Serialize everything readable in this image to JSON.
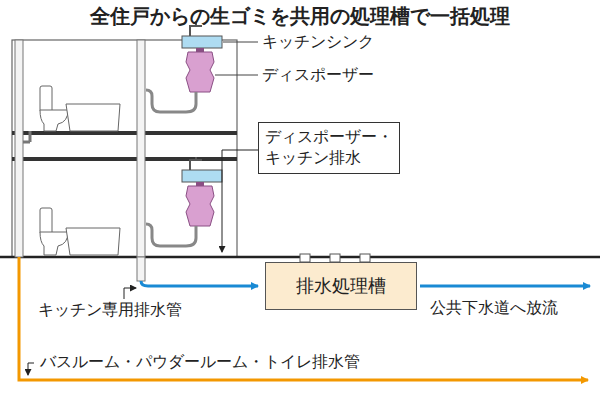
{
  "diagram": {
    "title": "全住戸からの生ゴミを共用の処理槽で一括処理",
    "nodes": [
      {
        "text": [
          "ディスポーザー・キッチン排水"
        ]
      },
      {
        "text": [
          "排水処理槽"
        ]
      }
    ],
    "labels": [
      "キッチンシンク",
      "ディスポーザー",
      "キッチン専用排水管",
      "公共下水道へ放流",
      "バスルーム・パウダールーム・トイレ排水管"
    ]
  }
}
